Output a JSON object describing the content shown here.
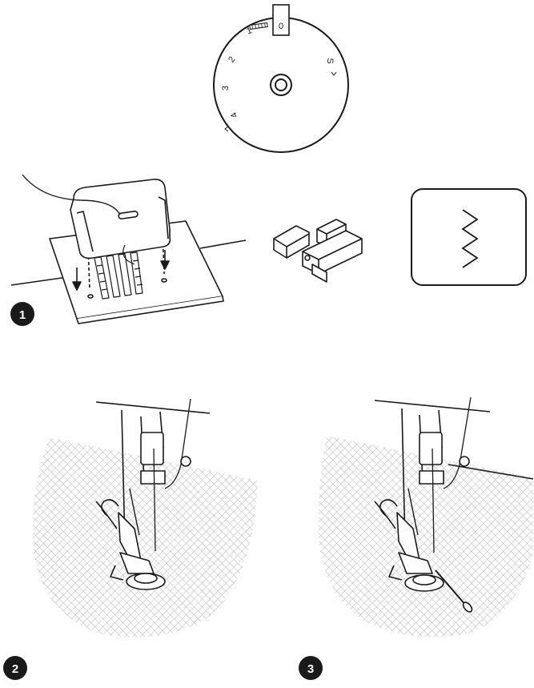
{
  "dial": {
    "setting_label": "0",
    "marks": {
      "one": "1",
      "two": "2",
      "three": "3",
      "four": "4",
      "s": "S"
    }
  },
  "steps": {
    "one": "1",
    "two": "2",
    "three": "3"
  },
  "colors": {
    "line": "#1a1a1a",
    "fabric": "#c8c8c8",
    "badge": "#1a1a1a"
  },
  "icons": [
    "stitch-length-dial",
    "darning-plate",
    "presser-foot",
    "zigzag-stitch",
    "needle",
    "threader-hook"
  ]
}
